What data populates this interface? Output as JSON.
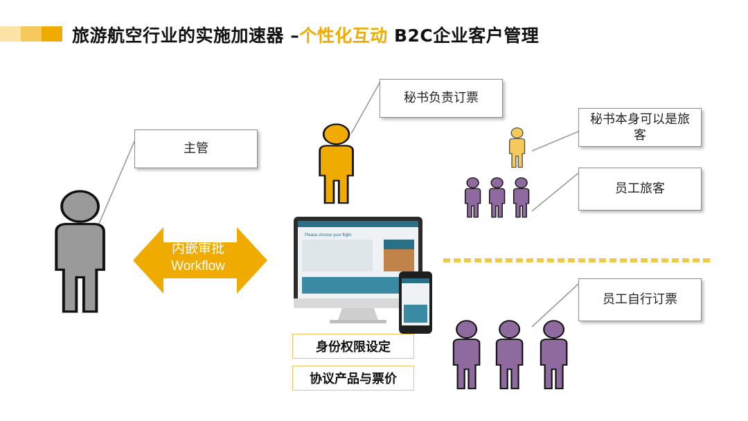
{
  "title": {
    "main": "旅游航空行业的实施加速器 –",
    "accent": "个性化互动",
    "rest": " B2C企业客户管理"
  },
  "callouts": {
    "manager": "主管",
    "secretary_books": "秘书负责订票",
    "secretary_traveler": "秘书本身可以是旅客",
    "employee_traveler": "员工旅客",
    "employee_self_book": "员工自行订票"
  },
  "arrow": {
    "line1": "内嵌审批",
    "line2": "Workflow"
  },
  "tags": {
    "permissions": "身份权限设定",
    "agreement": "协议产品与票价"
  },
  "screen": {
    "prompt": "Please choose your flight."
  },
  "colors": {
    "accent": "#F0AB00",
    "gray_person": "#9A9A9A",
    "purple_person": "#8E6A9E",
    "gold_person": "#F0AB00"
  }
}
